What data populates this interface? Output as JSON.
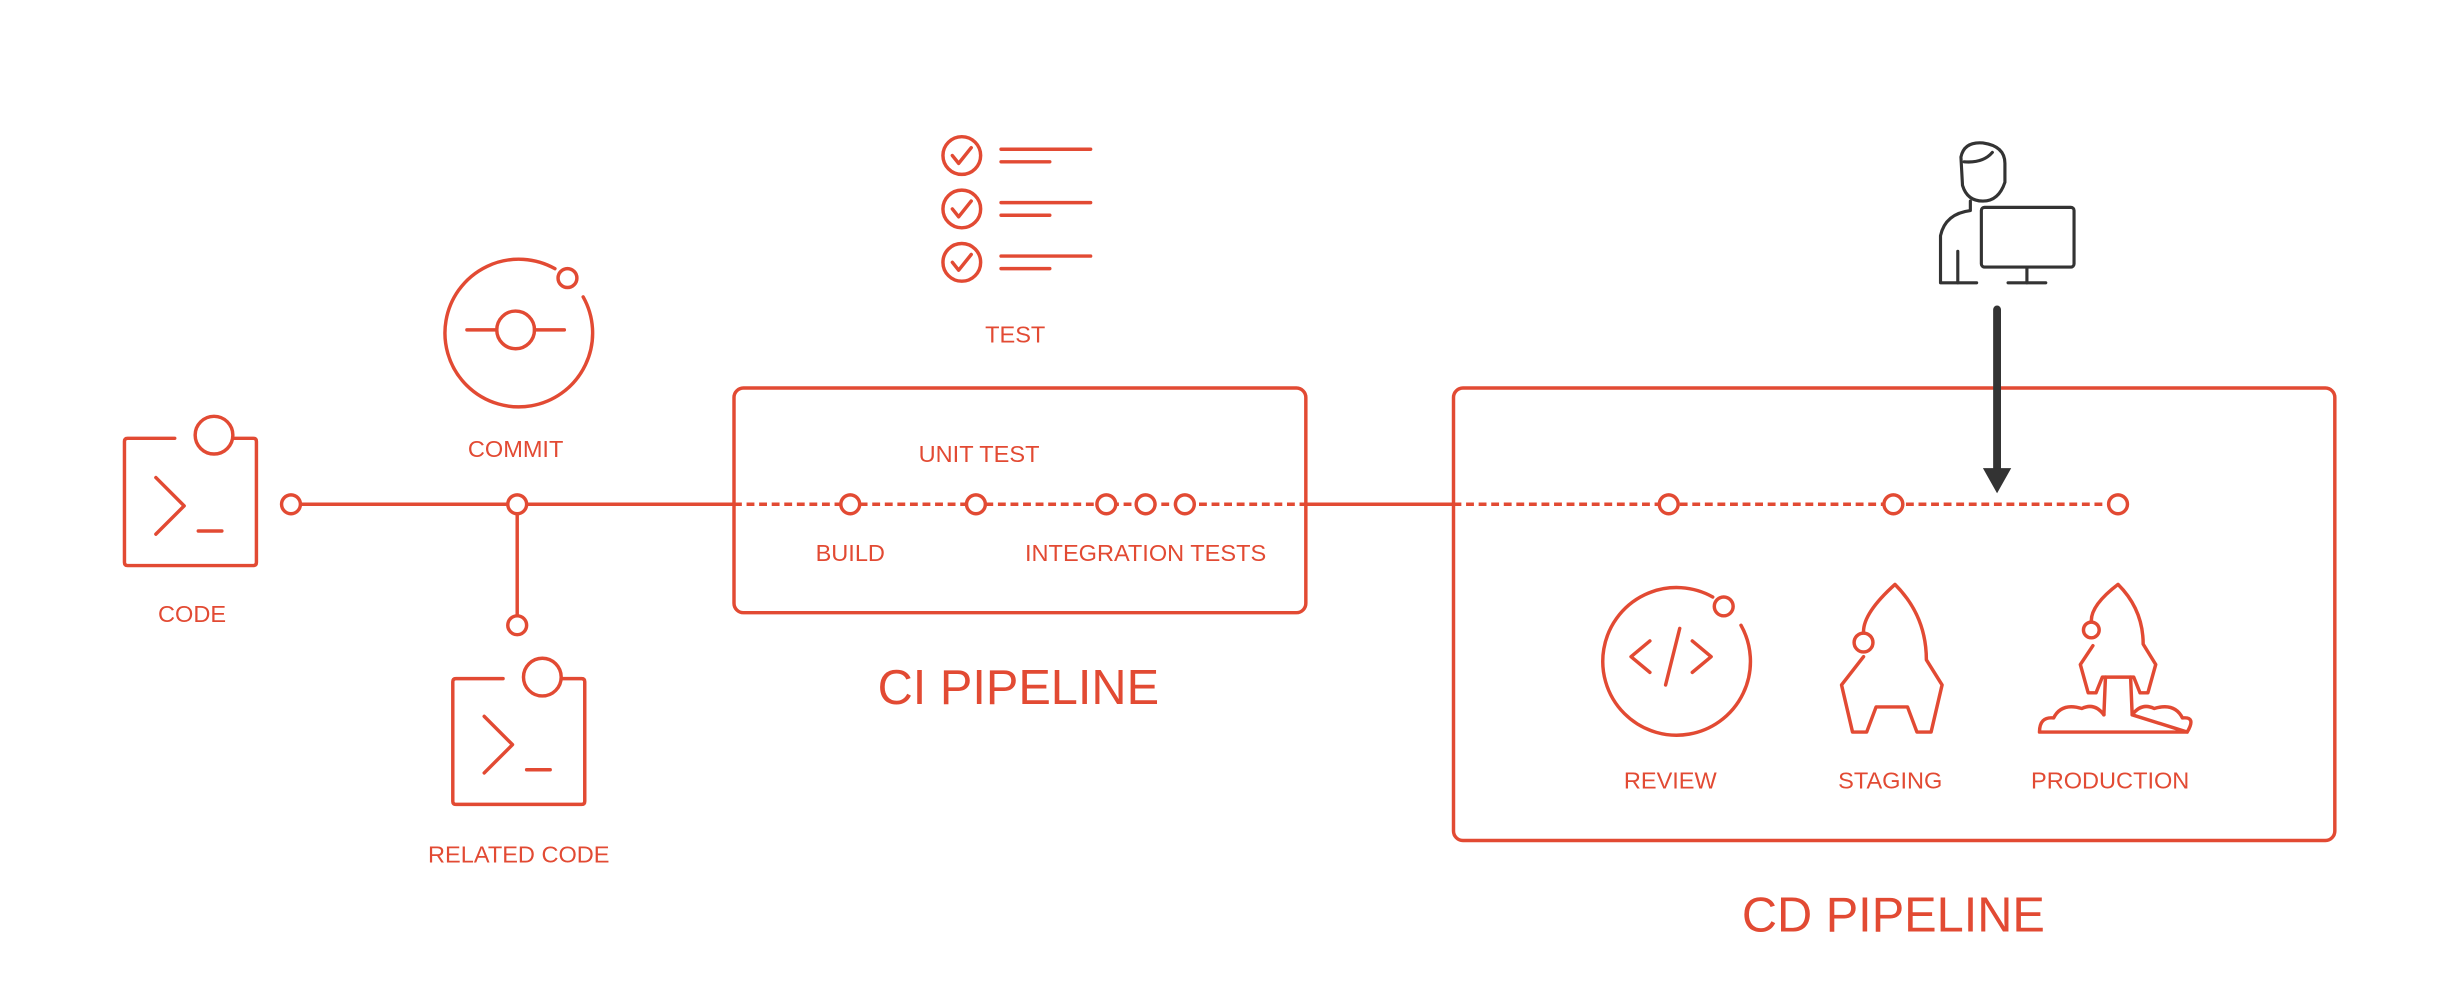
{
  "colors": {
    "accent": "#e24a33",
    "dark": "#333333"
  },
  "labels": {
    "code": "CODE",
    "commit": "COMMIT",
    "related_code": "RELATED CODE",
    "test": "TEST",
    "unit_test": "UNIT TEST",
    "build": "BUILD",
    "integration_tests": "INTEGRATION TESTS",
    "ci_pipeline": "CI PIPELINE",
    "review": "REVIEW",
    "staging": "STAGING",
    "production": "PRODUCTION",
    "cd_pipeline": "CD PIPELINE"
  },
  "icons": [
    "terminal-icon",
    "commit-icon",
    "checklist-icon",
    "code-review-icon",
    "rocket-icon",
    "rocket-launch-icon",
    "user-computer-icon",
    "arrow-down-icon"
  ]
}
